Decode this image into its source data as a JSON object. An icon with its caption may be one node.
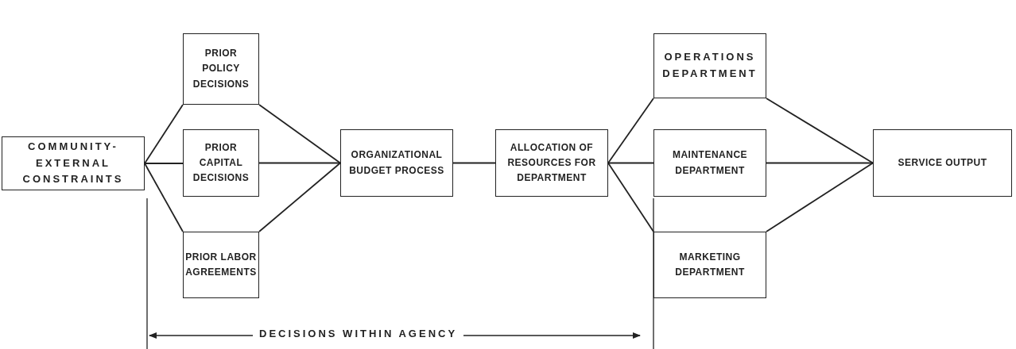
{
  "diagram": {
    "nodes": [
      {
        "text": [
          "COMMUNITY- EXTERNAL CONSTRAINTS"
        ]
      },
      {
        "text": [
          "PRIOR POLICY DECISIONS"
        ]
      },
      {
        "text": [
          "PRIOR CAPITAL DECISIONS"
        ]
      },
      {
        "text": [
          "PRIOR LABOR AGREEMENTS"
        ]
      },
      {
        "text": [
          "ORGANIZATIONAL BUDGET PROCESS"
        ]
      },
      {
        "text": [
          "ALLOCATION OF RESOURCES FOR DEPARTMENT"
        ]
      },
      {
        "text": [
          "OPERATIONS DEPARTMENT"
        ]
      },
      {
        "text": [
          "MAINTENANCE DEPARTMENT"
        ]
      },
      {
        "text": [
          "MARKETING DEPARTMENT"
        ]
      },
      {
        "text": [
          "SERVICE OUTPUT"
        ]
      }
    ],
    "edges": [
      {
        "from": 0,
        "to": 1,
        "arrow": "none"
      },
      {
        "from": 0,
        "to": 2,
        "arrow": "none"
      },
      {
        "from": 0,
        "to": 3,
        "arrow": "none"
      },
      {
        "from": 1,
        "to": 4,
        "arrow": "none"
      },
      {
        "from": 2,
        "to": 4,
        "arrow": "none"
      },
      {
        "from": 3,
        "to": 4,
        "arrow": "none"
      },
      {
        "from": 4,
        "to": 5,
        "arrow": "none"
      },
      {
        "from": 5,
        "to": 6,
        "arrow": "none"
      },
      {
        "from": 5,
        "to": 7,
        "arrow": "none"
      },
      {
        "from": 5,
        "to": 8,
        "arrow": "none"
      },
      {
        "from": 6,
        "to": 9,
        "arrow": "none"
      },
      {
        "from": 7,
        "to": 9,
        "arrow": "none"
      },
      {
        "from": 8,
        "to": 9,
        "arrow": "none"
      }
    ],
    "labels": [
      "DECISIONS WITHIN AGENCY"
    ]
  }
}
